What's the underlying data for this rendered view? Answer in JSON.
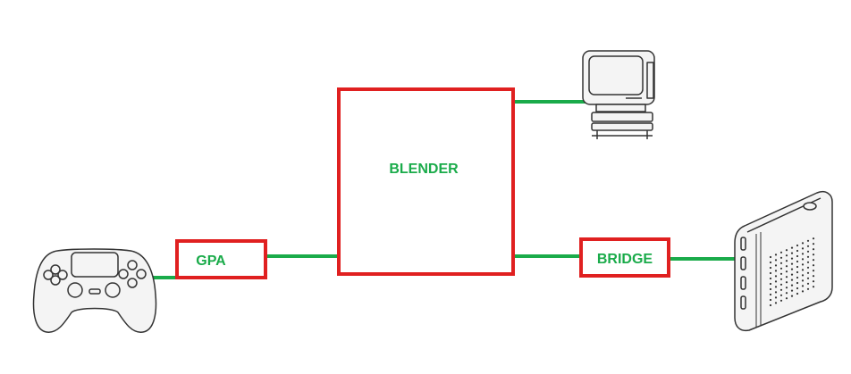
{
  "colors": {
    "box_border": "#e02020",
    "connector": "#1aab4a",
    "label": "#1aab4a",
    "icon_stroke": "#333333",
    "icon_fill": "#f4f4f4"
  },
  "nodes": {
    "gpa": {
      "label": "GPA"
    },
    "blender": {
      "label": "BLENDER"
    },
    "bridge": {
      "label": "BRIDGE"
    }
  },
  "icons": {
    "controller": "gamepad-icon",
    "computer": "retro-computer-icon",
    "console": "game-console-icon"
  }
}
